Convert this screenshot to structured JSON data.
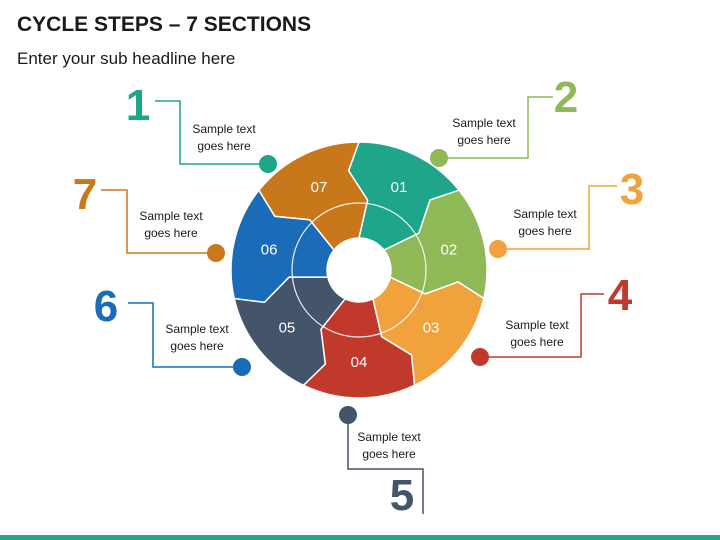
{
  "header": {
    "title": "CYCLE STEPS – 7 SECTIONS",
    "subtitle": "Enter your sub headline here"
  },
  "theme": {
    "accent_bar": "#26a688",
    "inner_ring": "#ffffff"
  },
  "steps": [
    {
      "number": "1",
      "segment_label": "01",
      "text_line1": "Sample text",
      "text_line2": "goes here",
      "color": "#1ea58a"
    },
    {
      "number": "2",
      "segment_label": "02",
      "text_line1": "Sample text",
      "text_line2": "goes here",
      "color": "#8fb856"
    },
    {
      "number": "3",
      "segment_label": "03",
      "text_line1": "Sample text",
      "text_line2": "goes here",
      "color": "#f2a23c"
    },
    {
      "number": "4",
      "segment_label": "04",
      "text_line1": "Sample text",
      "text_line2": "goes here",
      "color": "#c1392b"
    },
    {
      "number": "5",
      "segment_label": "05",
      "text_line1": "Sample text",
      "text_line2": "goes here",
      "color": "#44546a"
    },
    {
      "number": "6",
      "segment_label": "06",
      "text_line1": "Sample text",
      "text_line2": "goes here",
      "color": "#1a6bb8"
    },
    {
      "number": "7",
      "segment_label": "07",
      "text_line1": "Sample text",
      "text_line2": "goes here",
      "color": "#c9771b"
    }
  ]
}
